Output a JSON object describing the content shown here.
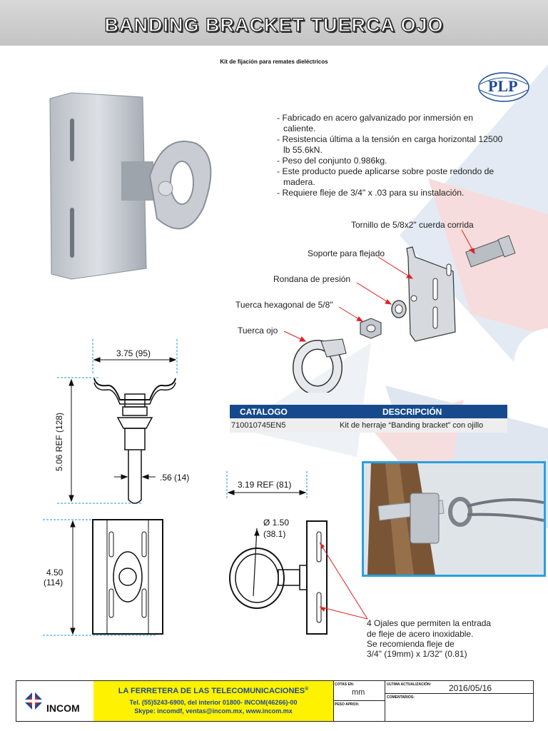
{
  "header": {
    "title": "BANDING BRACKET TUERCA OJO"
  },
  "subtitle": "Kit de fijación para remates dieléctricos",
  "logo": {
    "text": "PLP"
  },
  "features": [
    "- Fabricado en acero galvanizado por inmersión en caliente.",
    "- Resistencia última a la tensión en carga horizontal 12500 lb 55.6kN.",
    "- Peso del conjunto 0.986kg.",
    "- Este producto puede aplicarse sobre poste redondo de madera.",
    "- Requiere fleje de 3/4\" x .03 para su instalación."
  ],
  "parts": {
    "tornillo": "Tornillo de 5/8x2\" cuerda corrida",
    "soporte": "Soporte para flejado",
    "rondana": "Rondana de presión",
    "tuerca_hex": "Tuerca hexagonal de 5/8\"",
    "tuerca_ojo": "Tuerca ojo"
  },
  "dimensions": {
    "width_top": "3.75 (95)",
    "height_ref": "5.06 REF (128)",
    "shank": ".56 (14)",
    "side_ref": "3.19 REF (81)",
    "eye_dia_1": "Ø 1.50",
    "eye_dia_2": "(38.1)",
    "height_1": "4.50",
    "height_2": "(114)"
  },
  "slots_note": [
    "4 Ojales que permiten la entrada",
    "de fleje de acero inoxidable.",
    "Se recomienda fleje de",
    "3/4\" (19mm) x 1/32\" (0.81)"
  ],
  "table": {
    "headers": [
      "CATALOGO",
      "DESCRIPCIÓN"
    ],
    "rows": [
      [
        "710010745EN5",
        "Kit de herraje “Banding bracket” con ojillo"
      ]
    ]
  },
  "footer": {
    "brand": "INCOM",
    "company": "LA FERRETERA DE LAS TELECOMUNICACIONES",
    "reg": "®",
    "phones": "Tel. (55)5243-6900, del interior 01800- INCOM(46266)-00",
    "skype": "Skype: incomdf, ventas@incom.mx, www.incom.mx",
    "cotas_label": "COTAS EN:",
    "cotas_value": "mm",
    "peso_label": "PESO APROX:",
    "update_label": "ULTIMA ACTUALIZACIÓN:",
    "update_value": "2016/05/16",
    "comments_label": "COMENTARIOS:"
  },
  "colors": {
    "header_bg": "#cccccc",
    "table_header": "#164a8c",
    "photo_border": "#2aa0e0",
    "logo_blue": "#1d4a95",
    "arrow_red": "#e02020"
  }
}
